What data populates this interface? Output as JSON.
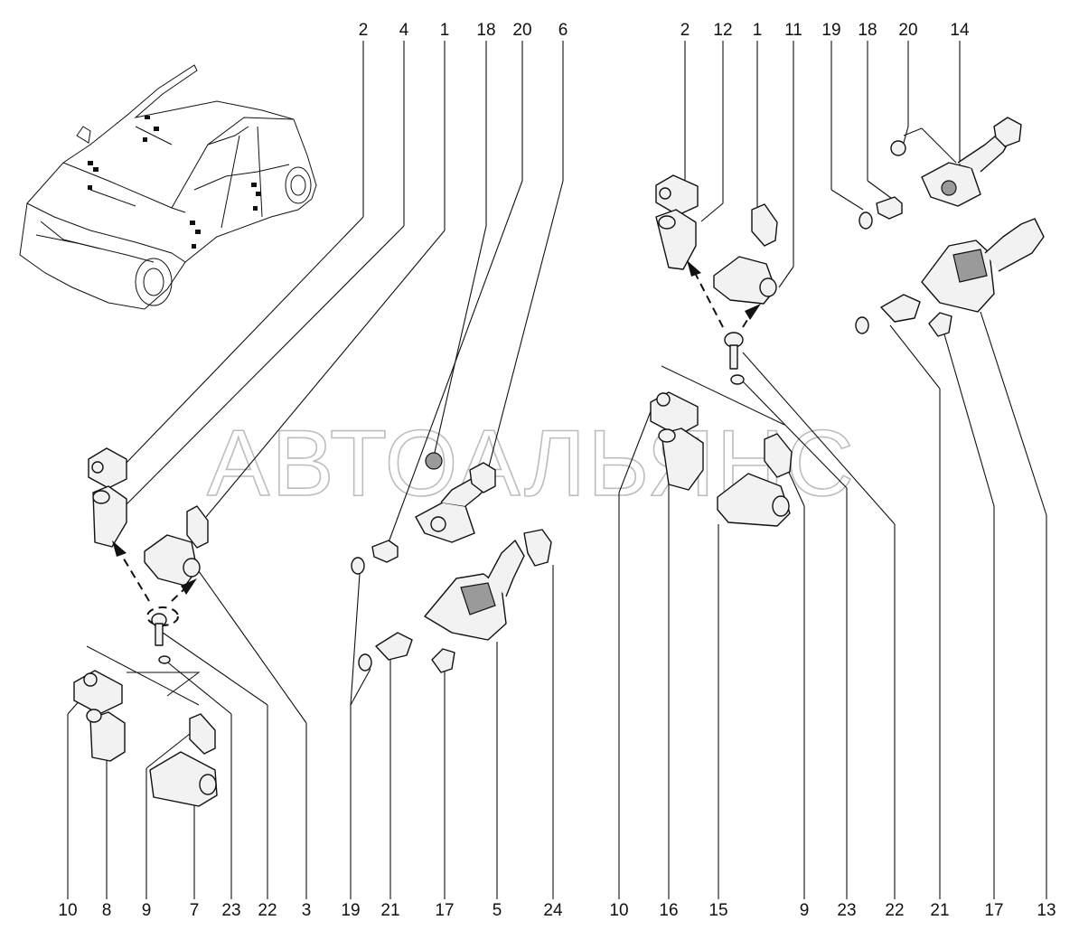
{
  "watermark": "АВТОАЛЬЯНС",
  "callouts": {
    "top_left": [
      "2",
      "4",
      "1",
      "18",
      "20",
      "6"
    ],
    "top_right": [
      "2",
      "12",
      "1",
      "11",
      "19",
      "18",
      "20",
      "14"
    ],
    "bottom": [
      "10",
      "8",
      "9",
      "7",
      "23",
      "22",
      "3",
      "19",
      "21",
      "17",
      "5",
      "24",
      "10",
      "16",
      "15",
      "9",
      "23",
      "22",
      "21",
      "17",
      "13"
    ]
  }
}
